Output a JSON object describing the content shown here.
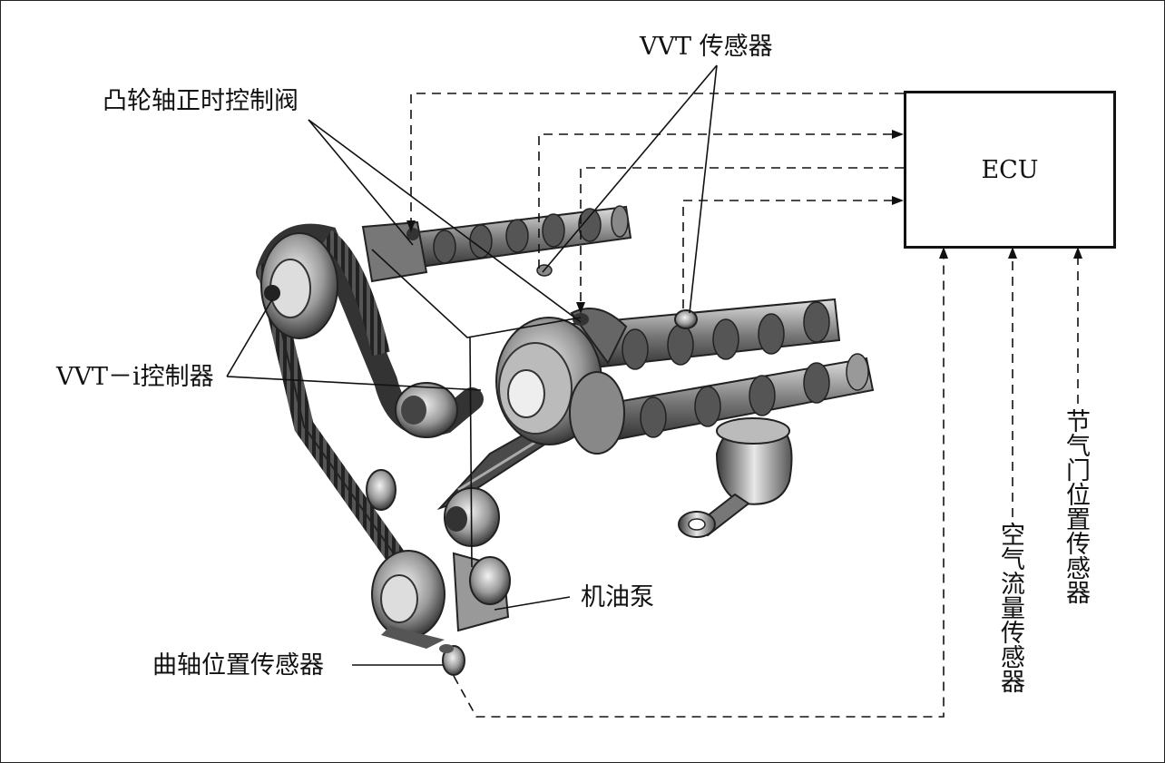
{
  "labels": {
    "vvt_sensor": "VVT 传感器",
    "camshaft_timing_valve": "凸轮轴正时控制阀",
    "vvti_controller": "VVT－i控制器",
    "oil_pump": "机油泵",
    "crank_sensor": "曲轴位置传感器",
    "ecu": "ECU",
    "airflow_sensor": "空气流量传感器",
    "throttle_sensor": "节气门位置传感器"
  }
}
